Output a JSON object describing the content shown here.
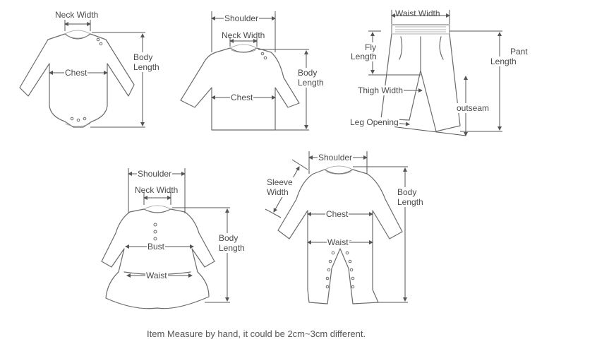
{
  "bodysuit": {
    "neck_width": "Neck Width",
    "body_length_1": "Body",
    "body_length_2": "Length",
    "chest": "Chest"
  },
  "tshirt": {
    "shoulder": "Shoulder",
    "neck_width": "Neck Width",
    "body_length_1": "Body",
    "body_length_2": "Length",
    "chest": "Chest"
  },
  "pants": {
    "waist_width": "Waist Width",
    "fly_length_1": "Fly",
    "fly_length_2": "Length",
    "pant_length_1": "Pant",
    "pant_length_2": "Length",
    "thigh_width": "Thigh Width",
    "outseam": "outseam",
    "leg_opening": "Leg Opening"
  },
  "dress": {
    "shoulder": "Shoulder",
    "neck_width": "Neck Width",
    "body_length_1": "Body",
    "body_length_2": "Length",
    "bust": "Bust",
    "waist": "Waist"
  },
  "romper": {
    "shoulder": "Shoulder",
    "sleeve_width_1": "Sleeve",
    "sleeve_width_2": "Width",
    "body_length_1": "Body",
    "body_length_2": "Length",
    "chest": "Chest",
    "waist": "Waist"
  },
  "footer": {
    "note": "Item Measure by hand, it could be 2cm~3cm different."
  }
}
